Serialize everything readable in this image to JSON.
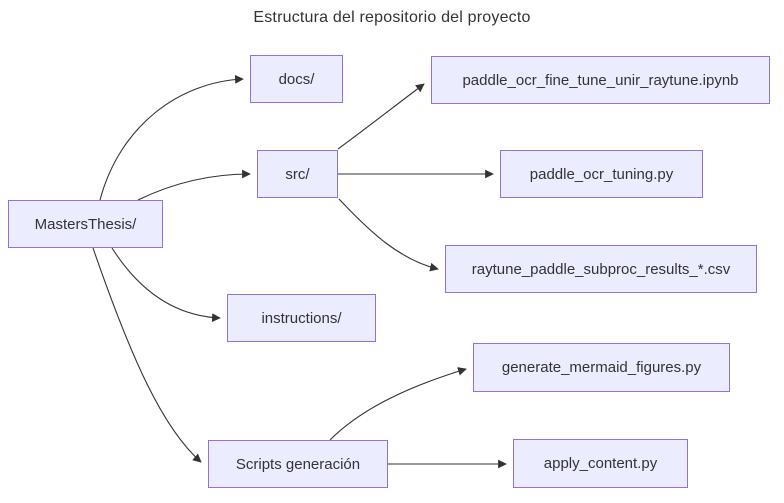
{
  "title": "Estructura del repositorio del proyecto",
  "colors": {
    "node_fill": "#ECECFF",
    "node_border": "#9370DB",
    "edge": "#333333",
    "text": "#333333",
    "background": "#ffffff"
  },
  "nodes": [
    {
      "id": "masters-thesis",
      "label": "MastersThesis/"
    },
    {
      "id": "docs",
      "label": "docs/"
    },
    {
      "id": "ipynb",
      "label": "paddle_ocr_fine_tune_unir_raytune.ipynb"
    },
    {
      "id": "src",
      "label": "src/"
    },
    {
      "id": "tuning",
      "label": "paddle_ocr_tuning.py"
    },
    {
      "id": "csv",
      "label": "raytune_paddle_subproc_results_*.csv"
    },
    {
      "id": "instructions",
      "label": "instructions/"
    },
    {
      "id": "generate-mermaid",
      "label": "generate_mermaid_figures.py"
    },
    {
      "id": "scripts-generacion",
      "label": "Scripts generación"
    },
    {
      "id": "apply-content",
      "label": "apply_content.py"
    }
  ],
  "edges": [
    {
      "from": "MastersThesis/",
      "to": "docs/"
    },
    {
      "from": "MastersThesis/",
      "to": "src/"
    },
    {
      "from": "MastersThesis/",
      "to": "instructions/"
    },
    {
      "from": "MastersThesis/",
      "to": "Scripts generación"
    },
    {
      "from": "src/",
      "to": "paddle_ocr_fine_tune_unir_raytune.ipynb"
    },
    {
      "from": "src/",
      "to": "paddle_ocr_tuning.py"
    },
    {
      "from": "src/",
      "to": "raytune_paddle_subproc_results_*.csv"
    },
    {
      "from": "Scripts generación",
      "to": "generate_mermaid_figures.py"
    },
    {
      "from": "Scripts generación",
      "to": "apply_content.py"
    }
  ]
}
